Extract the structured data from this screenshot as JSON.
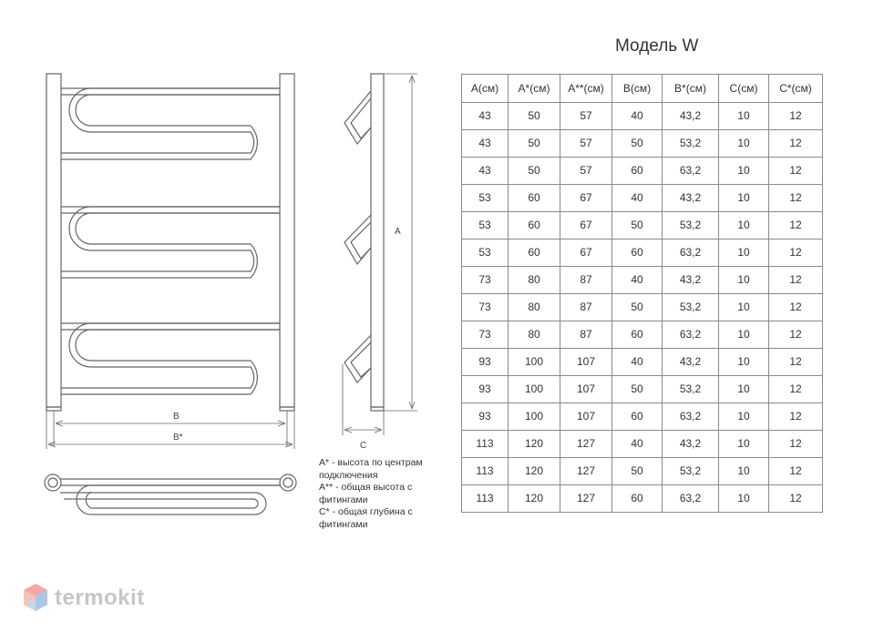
{
  "title": "Модель W",
  "table": {
    "headers": [
      "A(см)",
      "A*(см)",
      "A**(см)",
      "B(см)",
      "B*(см)",
      "C(см)",
      "C*(см)"
    ],
    "rows": [
      [
        "43",
        "50",
        "57",
        "40",
        "43,2",
        "10",
        "12"
      ],
      [
        "43",
        "50",
        "57",
        "50",
        "53,2",
        "10",
        "12"
      ],
      [
        "43",
        "50",
        "57",
        "60",
        "63,2",
        "10",
        "12"
      ],
      [
        "53",
        "60",
        "67",
        "40",
        "43,2",
        "10",
        "12"
      ],
      [
        "53",
        "60",
        "67",
        "50",
        "53,2",
        "10",
        "12"
      ],
      [
        "53",
        "60",
        "67",
        "60",
        "63,2",
        "10",
        "12"
      ],
      [
        "73",
        "80",
        "87",
        "40",
        "43,2",
        "10",
        "12"
      ],
      [
        "73",
        "80",
        "87",
        "50",
        "53,2",
        "10",
        "12"
      ],
      [
        "73",
        "80",
        "87",
        "60",
        "63,2",
        "10",
        "12"
      ],
      [
        "93",
        "100",
        "107",
        "40",
        "43,2",
        "10",
        "12"
      ],
      [
        "93",
        "100",
        "107",
        "50",
        "53,2",
        "10",
        "12"
      ],
      [
        "93",
        "100",
        "107",
        "60",
        "63,2",
        "10",
        "12"
      ],
      [
        "113",
        "120",
        "127",
        "40",
        "43,2",
        "10",
        "12"
      ],
      [
        "113",
        "120",
        "127",
        "50",
        "53,2",
        "10",
        "12"
      ],
      [
        "113",
        "120",
        "127",
        "60",
        "63,2",
        "10",
        "12"
      ]
    ]
  },
  "drawing": {
    "label_b": "B",
    "label_b_star": "B*",
    "label_a": "A",
    "label_c": "C"
  },
  "notes": [
    "A* - высота по центрам подключения",
    "A** - общая высота с фитингами",
    "C* - общая глубина с фитингами"
  ],
  "logo": {
    "text": "termokit"
  }
}
